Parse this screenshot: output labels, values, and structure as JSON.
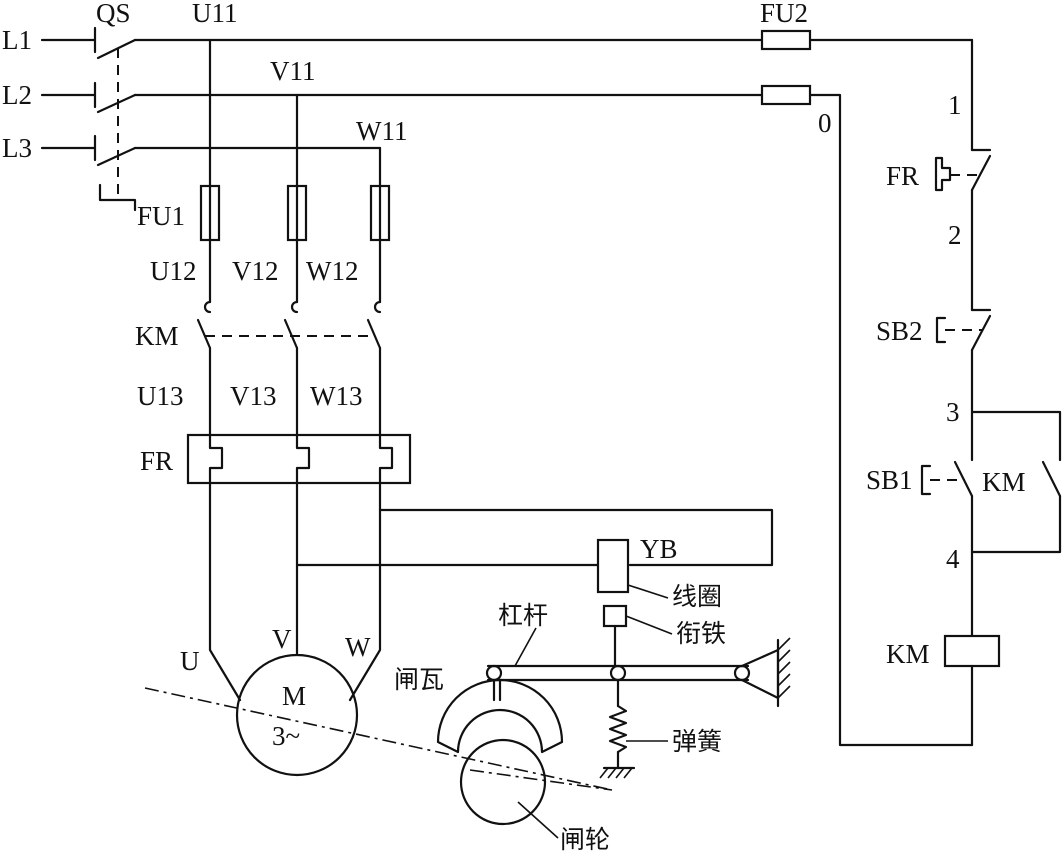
{
  "labels": {
    "l1": "L1",
    "l2": "L2",
    "l3": "L3",
    "qs": "QS",
    "u11": "U11",
    "v11": "V11",
    "w11": "W11",
    "fu1": "FU1",
    "fu2": "FU2",
    "u12": "U12",
    "v12": "V12",
    "w12": "W12",
    "km_main": "KM",
    "u13": "U13",
    "v13": "V13",
    "w13": "W13",
    "fr_main": "FR",
    "u": "U",
    "v": "V",
    "w": "W",
    "motor_m": "M",
    "motor_phase": "3~",
    "yb": "YB",
    "coil": "线圈",
    "armature": "衔铁",
    "lever": "杠杆",
    "spring": "弹簧",
    "brake_shoe": "闸瓦",
    "brake_wheel": "闸轮",
    "n0": "0",
    "n1": "1",
    "n2": "2",
    "n3": "3",
    "n4": "4",
    "fr_ctrl": "FR",
    "sb2": "SB2",
    "sb1": "SB1",
    "km_aux": "KM",
    "km_coil": "KM"
  }
}
